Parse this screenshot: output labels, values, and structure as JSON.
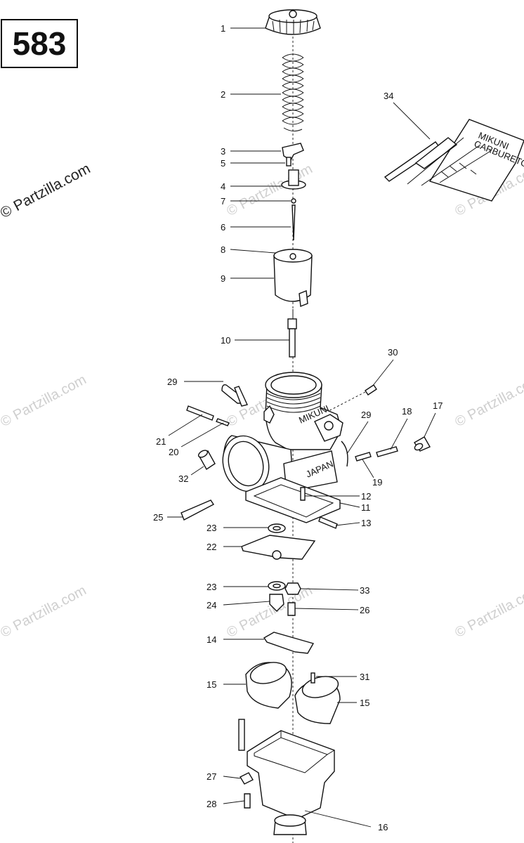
{
  "diagram_code": "583",
  "watermark": {
    "main_text": "© Partzilla.com",
    "faint_text": "© Partzilla.com"
  },
  "callouts": {
    "c1": "1",
    "c2": "2",
    "c3": "3",
    "c4": "4",
    "c5": "5",
    "c6": "6",
    "c7": "7",
    "c8": "8",
    "c9": "9",
    "c10": "10",
    "c11": "11",
    "c12": "12",
    "c13": "13",
    "c14": "14",
    "c15a": "15",
    "c15b": "15",
    "c16": "16",
    "c17": "17",
    "c18": "18",
    "c19": "19",
    "c20": "20",
    "c21": "21",
    "c22": "22",
    "c23a": "23",
    "c23b": "23",
    "c24": "24",
    "c25": "25",
    "c26": "26",
    "c27": "27",
    "c28": "28",
    "c29a": "29",
    "c29b": "29",
    "c30": "30",
    "c31": "31",
    "c32": "32",
    "c33": "33",
    "c34": "34"
  },
  "part_markings": {
    "body_brand": "MIKUNI",
    "body_origin": "JAPAN",
    "tool_kit_brand": "MIKUNI",
    "tool_kit_title": "CARBURETOR"
  }
}
